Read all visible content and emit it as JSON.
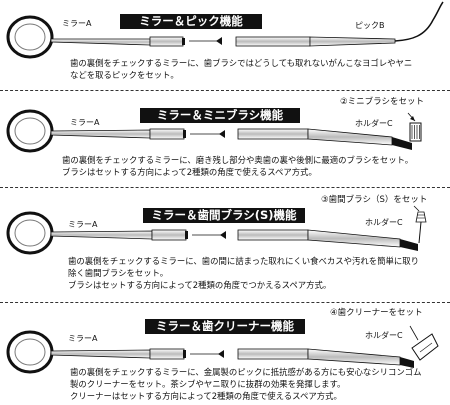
{
  "sections": [
    {
      "title": "ミラー＆ピック機能",
      "left_label": "ミラーA",
      "right_label": "ピックB",
      "desc": [
        "歯の裏側をチェックするミラーに、歯ブラシではどうしても取れないがんこなヨゴレやヤニ",
        "などを取るピックをセット。"
      ]
    },
    {
      "title": "ミラー＆ミニブラシ機能",
      "set_label": "②ミニブラシをセット",
      "left_label": "ミラーA",
      "right_label": "ホルダーC",
      "desc": [
        "歯の裏側をチェックするミラーに、磨き残し部分や奥歯の裏や後側に最適のブラシをセット。",
        "ブラシはセットする方向によって2種類の角度で使えるスペア方式。"
      ]
    },
    {
      "title": "ミラー＆歯間ブラシ(S)機能",
      "set_label": "③歯間ブラシ（S）をセット",
      "left_label": "ミラーA",
      "right_label": "ホルダーC",
      "desc": [
        "歯の裏側をチェックするミラーに、歯の間に詰まった取れにくい食べカスや汚れを簡単に取り",
        "除く歯間ブラシをセット。",
        "ブラシはセットする方向によって2種類の角度でつかえるスペア方式。"
      ]
    },
    {
      "title": "ミラー＆歯クリーナー機能",
      "set_label": "④歯クリーナーをセット",
      "left_label": "ミラーA",
      "right_label": "ホルダーC",
      "desc": [
        "歯の裏側をチェックするミラーに、金属製のピックに抵抗感がある方にも安心なシリコンゴム",
        "製のクリーナーをセット。茶シブやヤニ取りに抜群の効果を発揮します。",
        "クリーナーはセットする方向によって2種類の角度で使えるスペア方式。"
      ]
    }
  ]
}
